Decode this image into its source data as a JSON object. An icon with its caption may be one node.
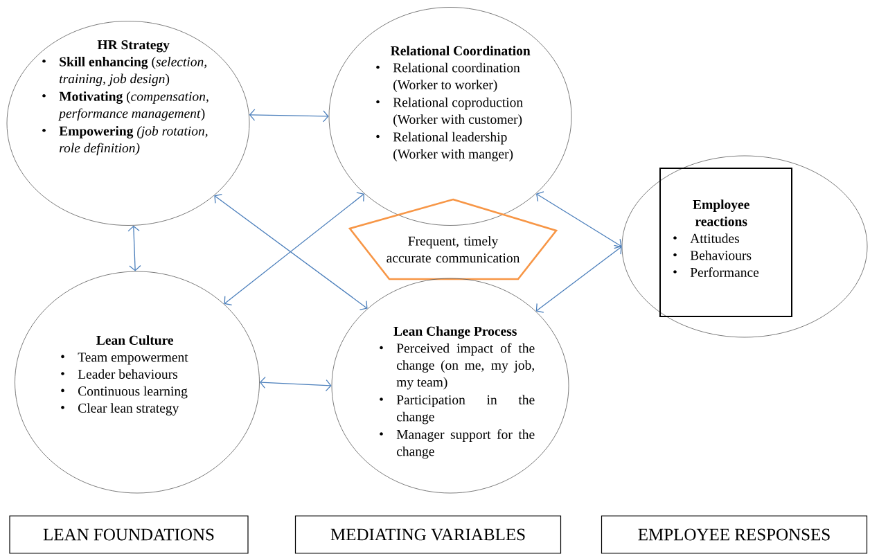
{
  "diagram": {
    "nodes": [
      {
        "text": [
          "HR Strategy",
          "**Skill enhancing** (*selection, training, job design*)",
          "**Motivating** (*compensation, performance management*)",
          "**Empowering** *(job rotation, role definition)*"
        ]
      },
      {
        "text": [
          "Relational Coordination",
          "Relational coordination (Worker to worker)",
          "Relational coproduction (Worker with customer)",
          "Relational leadership (Worker with manger)"
        ]
      },
      {
        "text": [
          "Frequent, timely accurate communication"
        ]
      },
      {
        "text": [
          "Lean Culture",
          "Team empowerment",
          "Leader behaviours",
          "Continuous learning",
          "Clear lean strategy"
        ]
      },
      {
        "text": [
          "Lean Change Process",
          "Perceived impact of the change (on me, my job, my team)",
          "Participation in the change",
          "Manager support for the change"
        ]
      },
      {
        "text": [],
        "shape": "circle"
      },
      {
        "text": [
          "Employee reactions",
          "Attitudes",
          "Behaviours",
          "Performance"
        ],
        "in": 5
      },
      {
        "text": [
          "LEAN FOUNDATIONS"
        ]
      },
      {
        "text": [
          "MEDIATING VARIABLES"
        ]
      },
      {
        "text": [
          "EMPLOYEE RESPONSES"
        ]
      }
    ],
    "edges": [
      {
        "from": 0,
        "to": 1,
        "arrow": "both"
      },
      {
        "from": 0,
        "to": 3,
        "arrow": "both"
      },
      {
        "from": 0,
        "to": 4,
        "arrow": "both"
      },
      {
        "from": 3,
        "to": 1,
        "arrow": "both"
      },
      {
        "from": 3,
        "to": 4,
        "arrow": "both"
      },
      {
        "from": 1,
        "to": 5,
        "arrow": "both"
      },
      {
        "from": 4,
        "to": 5,
        "arrow": "both"
      }
    ]
  }
}
